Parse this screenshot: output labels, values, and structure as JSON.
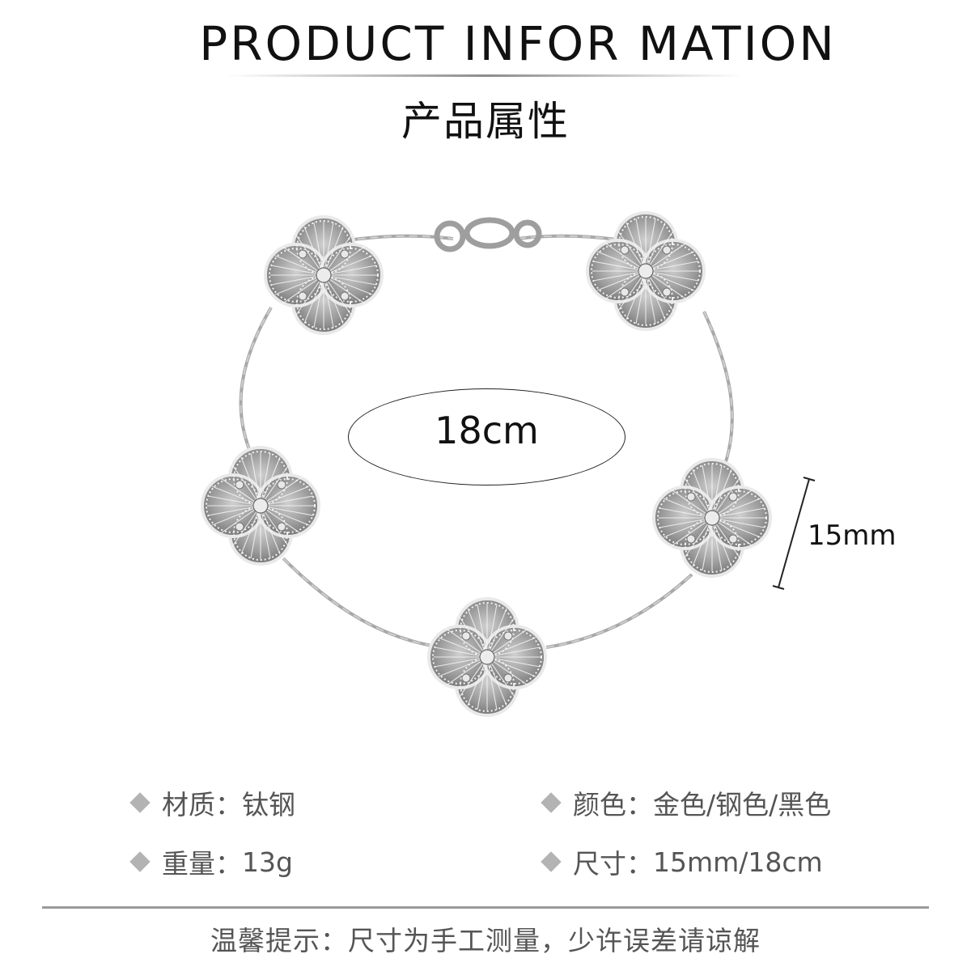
{
  "header": {
    "title_en": "PRODUCT INFOR MATION",
    "title_zh": "产品属性"
  },
  "product": {
    "length_label": "18cm",
    "motif_size_label": "15mm"
  },
  "specs": [
    {
      "label": "材质：",
      "value": "钛钢"
    },
    {
      "label": "颜色：",
      "value": "金色/钢色/黑色"
    },
    {
      "label": "重量：",
      "value": "13g"
    },
    {
      "label": "尺寸：",
      "value": "15mm/18cm"
    }
  ],
  "footer": {
    "note": "温馨提示：尺寸为手工测量，少许误差请谅解"
  },
  "colors": {
    "metal_light": "#e8e8e8",
    "metal_mid": "#a9a9a9",
    "metal_dark": "#5e5e5e",
    "accent_diamond": "#b3b3b3"
  }
}
